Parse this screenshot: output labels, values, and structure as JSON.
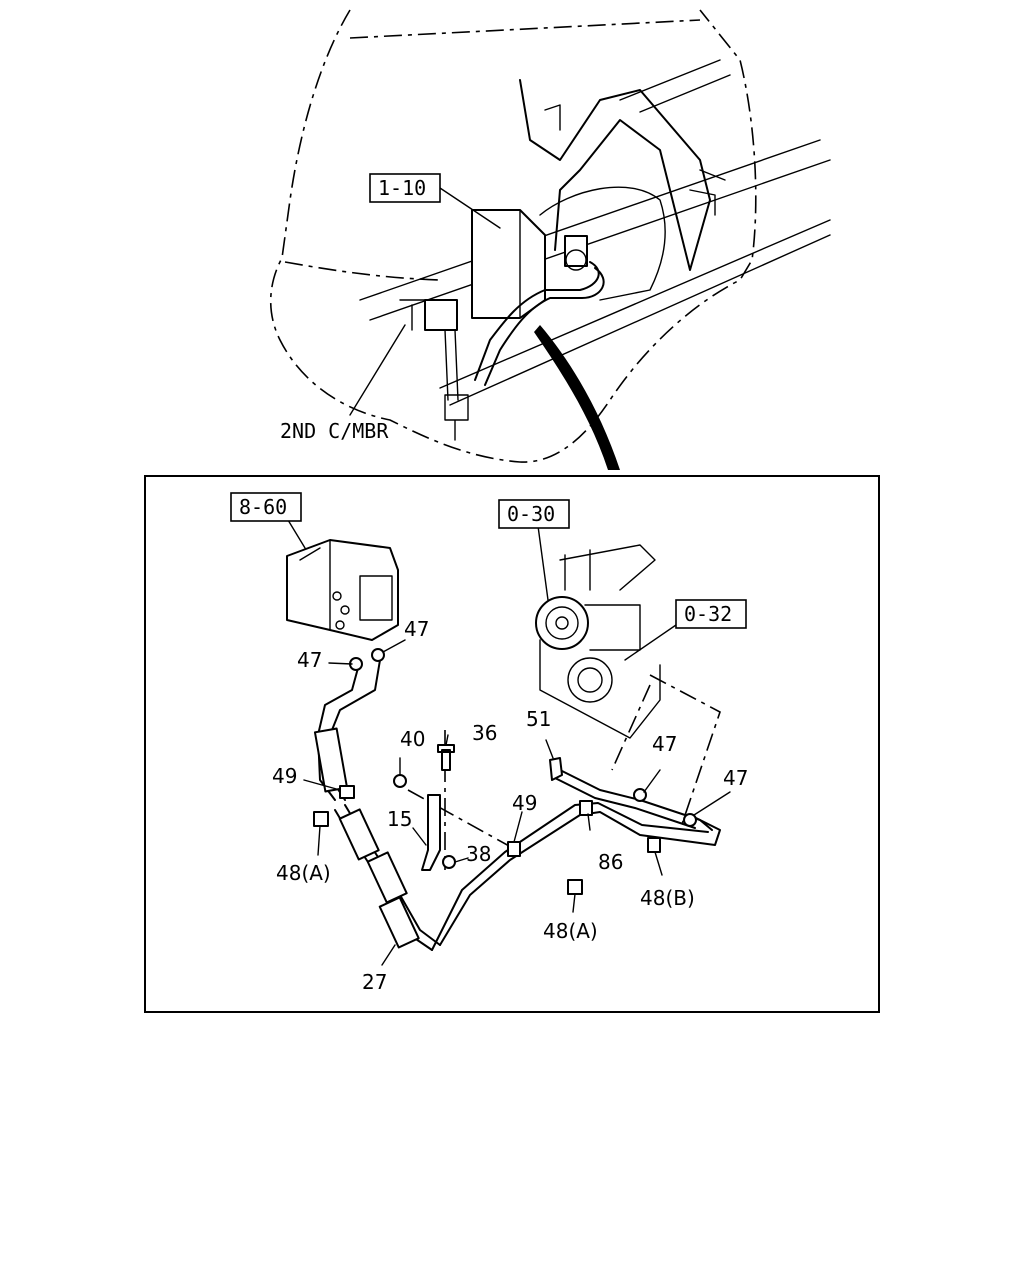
{
  "top_view": {
    "ref_box": "1-10",
    "member_label": "2ND C/MBR"
  },
  "detail_view": {
    "ref_boxes": [
      "8-60",
      "0-30",
      "0-32"
    ],
    "callouts": {
      "c47_a": "47",
      "c47_b": "47",
      "c47_c": "47",
      "c47_d": "47",
      "c49_a": "49",
      "c49_b": "49",
      "c40": "40",
      "c36": "36",
      "c51": "51",
      "c15": "15",
      "c38": "38",
      "c86": "86",
      "c48a_1": "48(A)",
      "c48a_2": "48(A)",
      "c48b": "48(B)",
      "c27": "27"
    }
  }
}
